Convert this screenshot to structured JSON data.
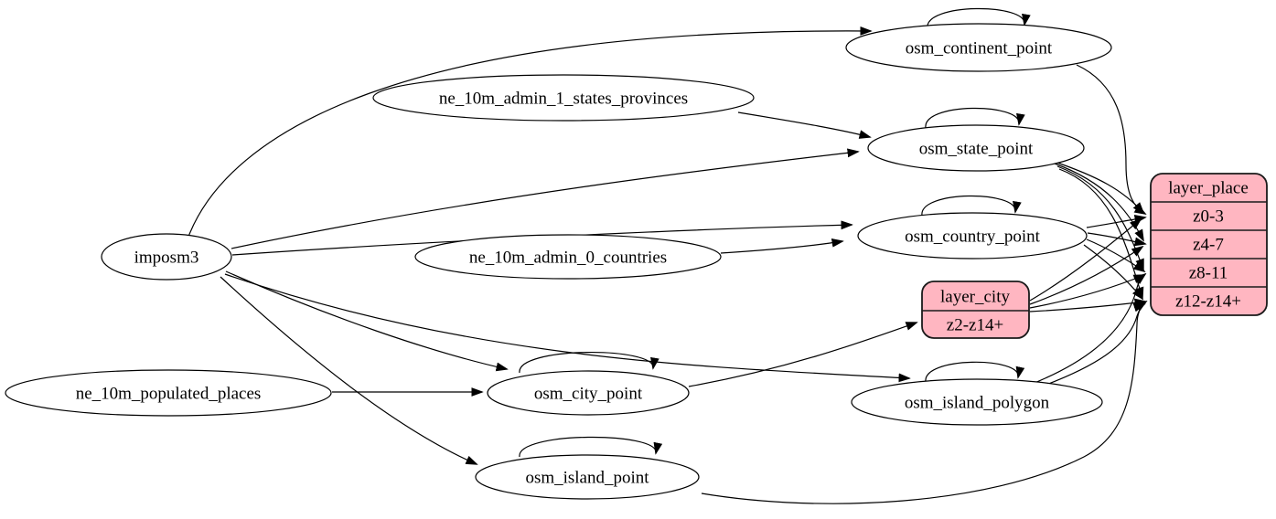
{
  "colors": {
    "background": "#ffffff",
    "record_fill": "#ffb6c1",
    "line": "#000000"
  },
  "nodes": {
    "imposm3": {
      "label": "imposm3"
    },
    "ne_10m_admin_1_states_provinces": {
      "label": "ne_10m_admin_1_states_provinces"
    },
    "ne_10m_admin_0_countries": {
      "label": "ne_10m_admin_0_countries"
    },
    "ne_10m_populated_places": {
      "label": "ne_10m_populated_places"
    },
    "osm_continent_point": {
      "label": "osm_continent_point"
    },
    "osm_state_point": {
      "label": "osm_state_point"
    },
    "osm_country_point": {
      "label": "osm_country_point"
    },
    "osm_city_point": {
      "label": "osm_city_point"
    },
    "osm_island_polygon": {
      "label": "osm_island_polygon"
    },
    "osm_island_point": {
      "label": "osm_island_point"
    }
  },
  "records": {
    "layer_city": {
      "title": "layer_city",
      "rows": [
        "z2-z14+"
      ]
    },
    "layer_place": {
      "title": "layer_place",
      "rows": [
        "z0-3",
        "z4-7",
        "z8-11",
        "z12-z14+"
      ]
    }
  },
  "edges": [
    {
      "from": "imposm3",
      "to": "osm_continent_point"
    },
    {
      "from": "imposm3",
      "to": "osm_state_point"
    },
    {
      "from": "imposm3",
      "to": "osm_country_point"
    },
    {
      "from": "imposm3",
      "to": "osm_city_point"
    },
    {
      "from": "imposm3",
      "to": "osm_island_polygon"
    },
    {
      "from": "imposm3",
      "to": "osm_island_point"
    },
    {
      "from": "ne_10m_admin_1_states_provinces",
      "to": "osm_state_point"
    },
    {
      "from": "ne_10m_admin_0_countries",
      "to": "osm_country_point"
    },
    {
      "from": "ne_10m_populated_places",
      "to": "osm_city_point"
    },
    {
      "from": "osm_continent_point",
      "to": "osm_continent_point"
    },
    {
      "from": "osm_state_point",
      "to": "osm_state_point"
    },
    {
      "from": "osm_country_point",
      "to": "osm_country_point"
    },
    {
      "from": "osm_city_point",
      "to": "osm_city_point"
    },
    {
      "from": "osm_island_polygon",
      "to": "osm_island_polygon"
    },
    {
      "from": "osm_island_point",
      "to": "osm_island_point"
    },
    {
      "from": "osm_city_point",
      "to": "layer_city",
      "to_row": "z2-z14+"
    },
    {
      "from": "osm_continent_point",
      "to": "layer_place",
      "to_row": "z0-3"
    },
    {
      "from": "osm_state_point",
      "to": "layer_place",
      "to_row": "z0-3"
    },
    {
      "from": "osm_state_point",
      "to": "layer_place",
      "to_row": "z4-7"
    },
    {
      "from": "osm_state_point",
      "to": "layer_place",
      "to_row": "z8-11"
    },
    {
      "from": "osm_state_point",
      "to": "layer_place",
      "to_row": "z12-z14+"
    },
    {
      "from": "osm_country_point",
      "to": "layer_place",
      "to_row": "z0-3"
    },
    {
      "from": "osm_country_point",
      "to": "layer_place",
      "to_row": "z4-7"
    },
    {
      "from": "osm_country_point",
      "to": "layer_place",
      "to_row": "z8-11"
    },
    {
      "from": "osm_country_point",
      "to": "layer_place",
      "to_row": "z12-z14+"
    },
    {
      "from": "layer_city",
      "to": "layer_place",
      "to_row": "z0-3"
    },
    {
      "from": "layer_city",
      "to": "layer_place",
      "to_row": "z4-7"
    },
    {
      "from": "layer_city",
      "to": "layer_place",
      "to_row": "z8-11"
    },
    {
      "from": "layer_city",
      "to": "layer_place",
      "to_row": "z12-z14+"
    },
    {
      "from": "osm_island_polygon",
      "to": "layer_place",
      "to_row": "z8-11"
    },
    {
      "from": "osm_island_polygon",
      "to": "layer_place",
      "to_row": "z12-z14+"
    },
    {
      "from": "osm_island_point",
      "to": "layer_place",
      "to_row": "z12-z14+"
    }
  ]
}
